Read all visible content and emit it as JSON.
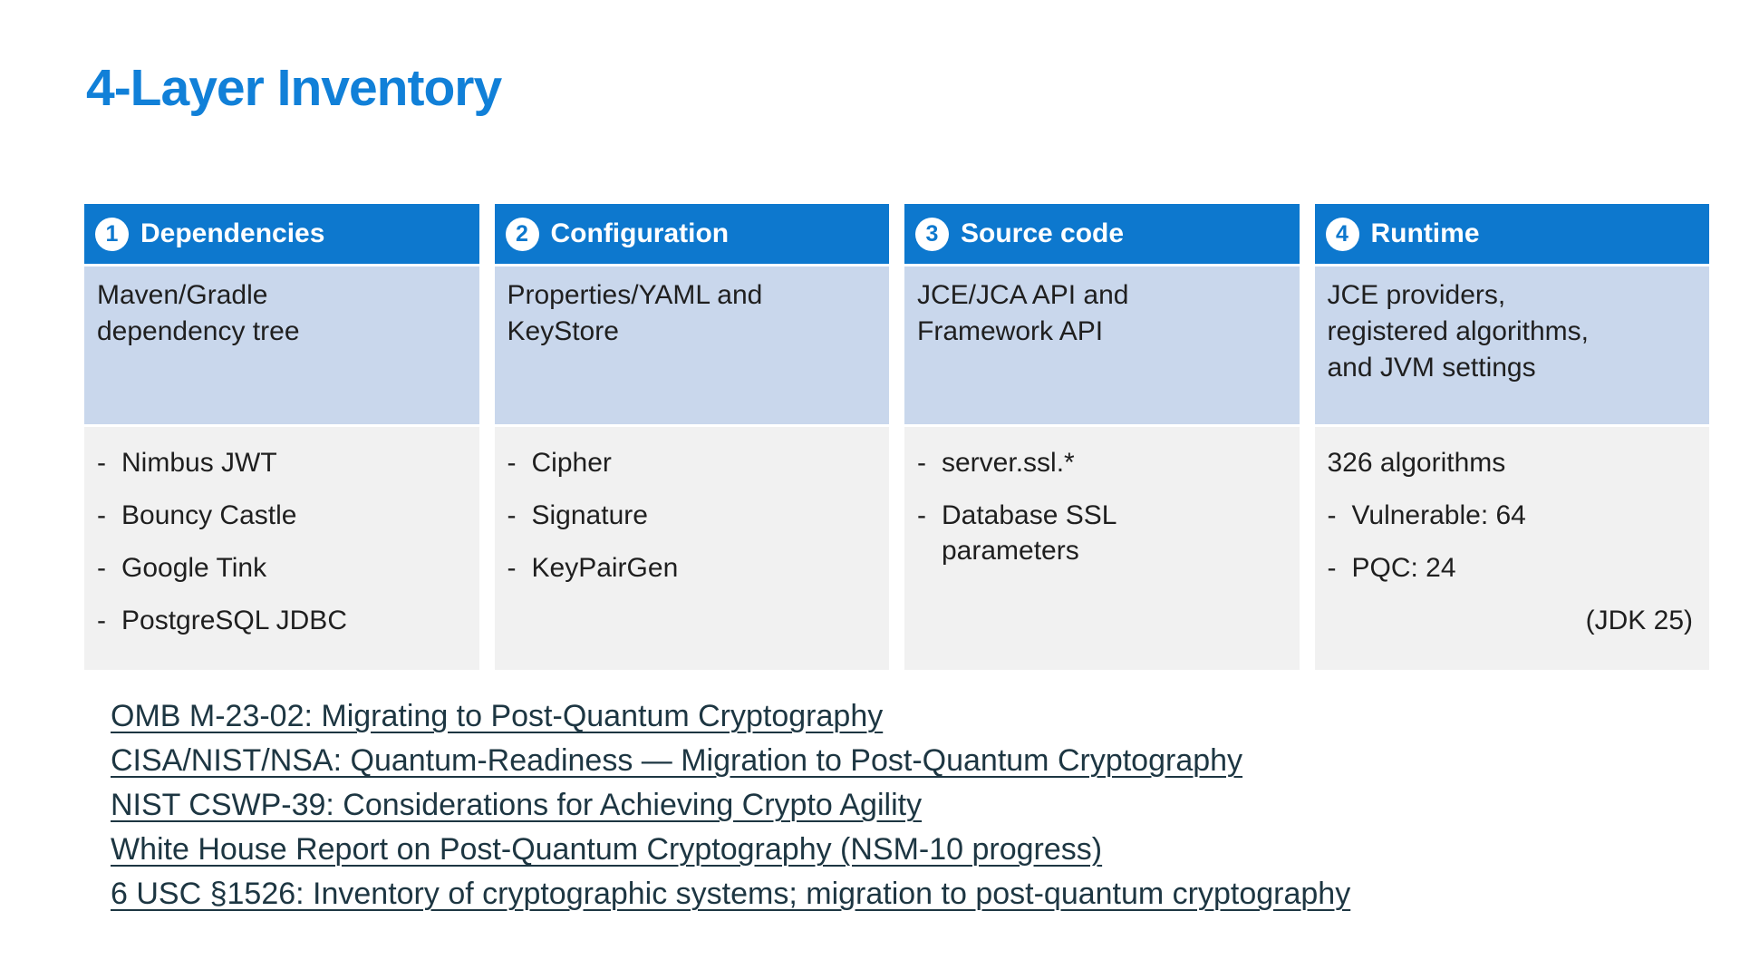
{
  "title": "4-Layer Inventory",
  "bullet_char": "-",
  "colors": {
    "title_blue": "#1180D8",
    "header_blue": "#0D78CE",
    "summary_row_blue": "#C9D7EC",
    "list_row_gray": "#F1F1F1",
    "link_color": "#1D3642"
  },
  "columns": [
    {
      "number": "1",
      "heading": "Dependencies",
      "summary": "Maven/Gradle\ndependency tree",
      "items": [
        "Nimbus JWT",
        "Bouncy Castle",
        "Google Tink",
        "PostgreSQL JDBC"
      ]
    },
    {
      "number": "2",
      "heading": "Configuration",
      "summary": "Properties/YAML and\nKeyStore",
      "items": [
        "Cipher",
        "Signature",
        "KeyPairGen"
      ]
    },
    {
      "number": "3",
      "heading": "Source code",
      "summary": "JCE/JCA API and\nFramework API",
      "items": [
        "server.ssl.*",
        "Database SSL\nparameters"
      ]
    },
    {
      "number": "4",
      "heading": "Runtime",
      "summary": "JCE providers,\nregistered algorithms,\nand JVM settings",
      "lead_item": "326 algorithms",
      "items": [
        "Vulnerable: 64",
        "PQC: 24"
      ],
      "note": "(JDK 25)"
    }
  ],
  "links": [
    "OMB M-23-02: Migrating to Post-Quantum Cryptography",
    "CISA/NIST/NSA: Quantum-Readiness — Migration to Post-Quantum Cryptography",
    "NIST CSWP-39: Considerations for Achieving Crypto Agility",
    "White House Report on Post-Quantum Cryptography (NSM-10 progress)",
    "6 USC §1526: Inventory of cryptographic systems; migration to post-quantum cryptography"
  ]
}
